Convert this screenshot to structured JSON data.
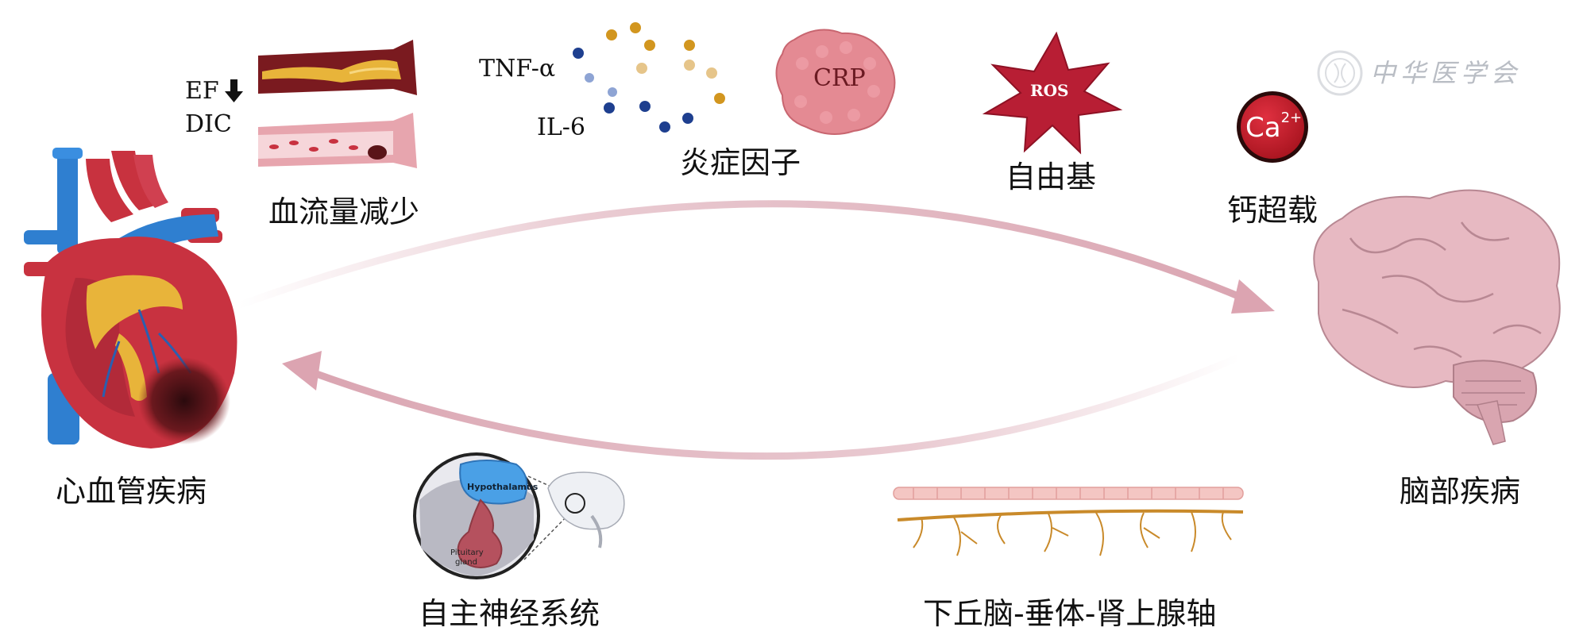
{
  "labels": {
    "cardio": "心血管疾病",
    "brain": "脑部疾病",
    "blood_flow": "血流量减少",
    "ef": "EF",
    "dic": "DIC",
    "tnf": "TNF-α",
    "il6": "IL-6",
    "cytokines": "炎症因子",
    "crp": "CRP",
    "ros": "ROS",
    "free_radicals": "自由基",
    "ca_base": "Ca",
    "ca_sup": "2+",
    "ca_overload": "钙超载",
    "ans": "自主神经系统",
    "hpa": "下丘脑-垂体-肾上腺轴",
    "hypothalamus": "Hypothalamus",
    "pituitary_line1": "Pituitary",
    "pituitary_line2": "gland"
  },
  "watermark": {
    "text": "中华医学会"
  },
  "icons": {
    "heart": "heart-icon",
    "brain": "brain-icon",
    "arrow_down": "down-arrow-icon",
    "vessel_plaque": "atherosclerotic-vessel-icon",
    "vessel_clot": "blood-clot-vessel-icon",
    "crp": "crp-blob-icon",
    "ros": "ros-starburst-icon",
    "calcium": "calcium-ion-icon",
    "hypothalamus": "hypothalamus-pituitary-icon",
    "nerve": "nerve-fiber-icon"
  },
  "colors": {
    "arrow": "#d8a0ad",
    "heart_red": "#c83240",
    "vessel_blue": "#2f7fd0",
    "brain_pink": "#e7b9c2",
    "ros_red": "#b81e34",
    "ca_red": "#c21f2b"
  }
}
